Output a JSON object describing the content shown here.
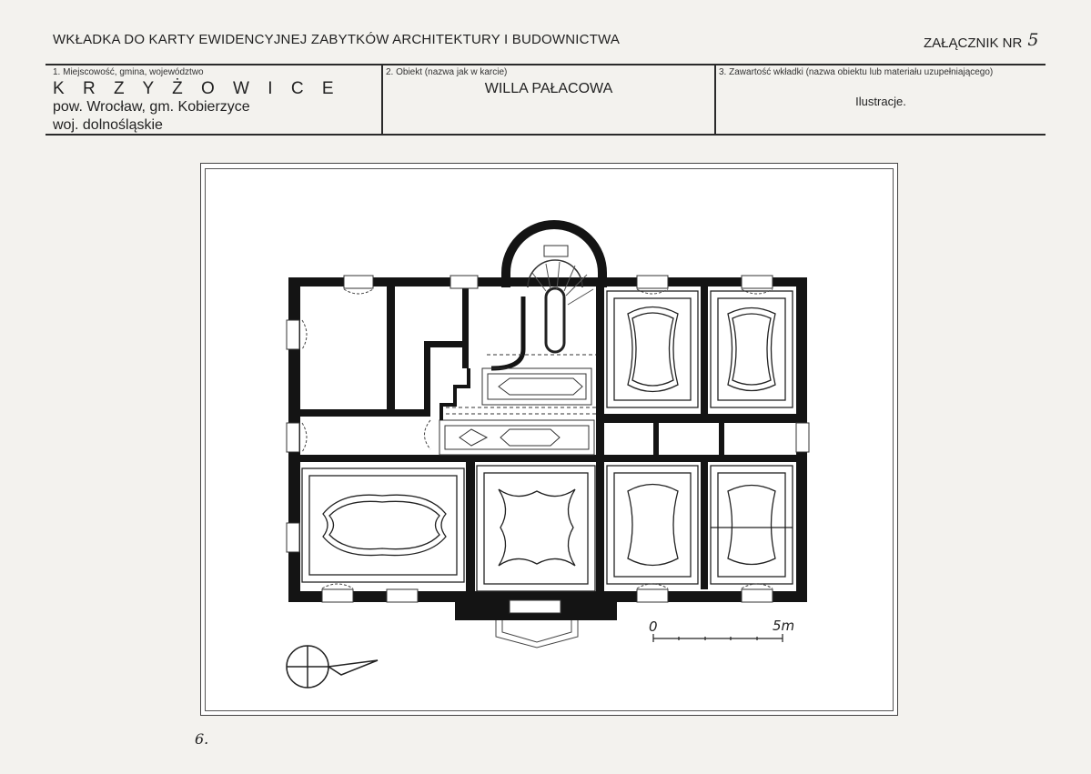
{
  "header": {
    "title": "WKŁADKA DO KARTY EWIDENCYJNEJ ZABYTKÓW ARCHITEKTURY I BUDOWNICTWA",
    "annex_label": "ZAŁĄCZNIK NR",
    "annex_number": "5"
  },
  "fields": {
    "location": {
      "label": "1. Miejscowość, gmina, województwo",
      "place": "K R Z Y Ż O W I C E",
      "district": "pow. Wrocław, gm. Kobierzyce",
      "voivodeship": "woj. dolnośląskie"
    },
    "object": {
      "label": "2. Obiekt (nazwa jak w karcie)",
      "name": "WILLA PAŁACOWA"
    },
    "contents": {
      "label": "3. Zawartość wkładki (nazwa obiektu lub materiału uzupełniającego)",
      "value": "Ilustracje."
    }
  },
  "figure": {
    "scale_start": "0",
    "scale_end": "5m"
  },
  "page_number": "6."
}
